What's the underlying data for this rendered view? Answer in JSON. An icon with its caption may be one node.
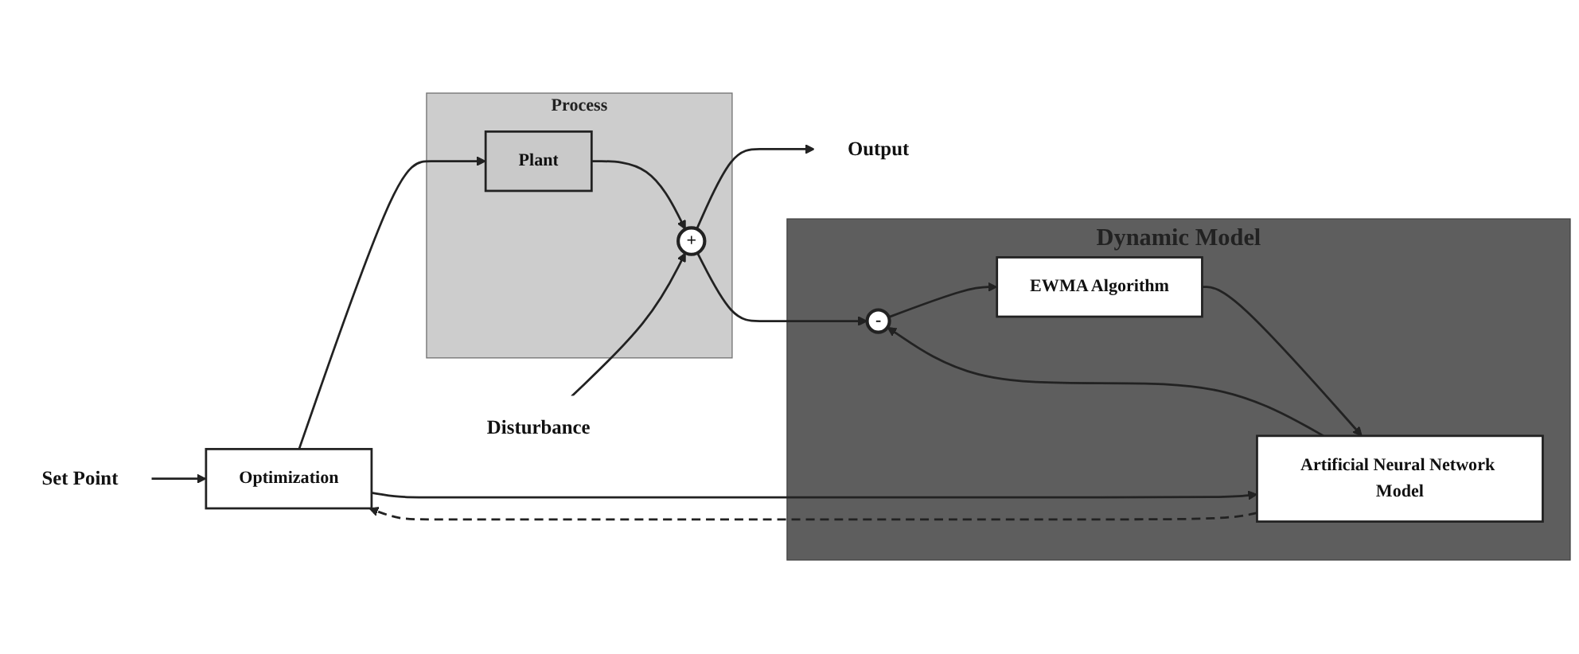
{
  "diagram": {
    "nodes": [
      {
        "text": [
          "Set Point"
        ]
      },
      {
        "text": [
          "Optimization"
        ]
      },
      {
        "text": [
          "Process"
        ]
      },
      {
        "text": [
          "Plant"
        ],
        "in": 2
      },
      {
        "text": [
          "+"
        ],
        "in": 2
      },
      {
        "text": [
          "Output"
        ]
      },
      {
        "text": [
          "Disturbance"
        ]
      },
      {
        "text": [
          "Dynamic Model"
        ]
      },
      {
        "text": [
          "Artificial Neural Network Model"
        ],
        "in": 7
      },
      {
        "text": [
          "-"
        ],
        "in": 7
      },
      {
        "text": [
          "EWMA Algorithm"
        ],
        "in": 7
      }
    ],
    "edges": [
      {
        "from": 0,
        "to": 1,
        "arrow": "to"
      },
      {
        "from": 1,
        "to": 3,
        "arrow": "to"
      },
      {
        "from": 3,
        "to": 4,
        "arrow": "to"
      },
      {
        "from": 6,
        "to": 4,
        "arrow": "to"
      },
      {
        "from": 4,
        "to": 5,
        "arrow": "to"
      },
      {
        "from": 4,
        "to": 9,
        "arrow": "to"
      },
      {
        "from": 1,
        "to": 8,
        "arrow": "to"
      },
      {
        "from": 8,
        "to": 9,
        "arrow": "to"
      },
      {
        "from": 9,
        "to": 10,
        "arrow": "to"
      },
      {
        "from": 10,
        "to": 8,
        "arrow": "to"
      },
      {
        "from": 8,
        "to": 1,
        "arrow": "to",
        "style": "dashed"
      }
    ]
  }
}
